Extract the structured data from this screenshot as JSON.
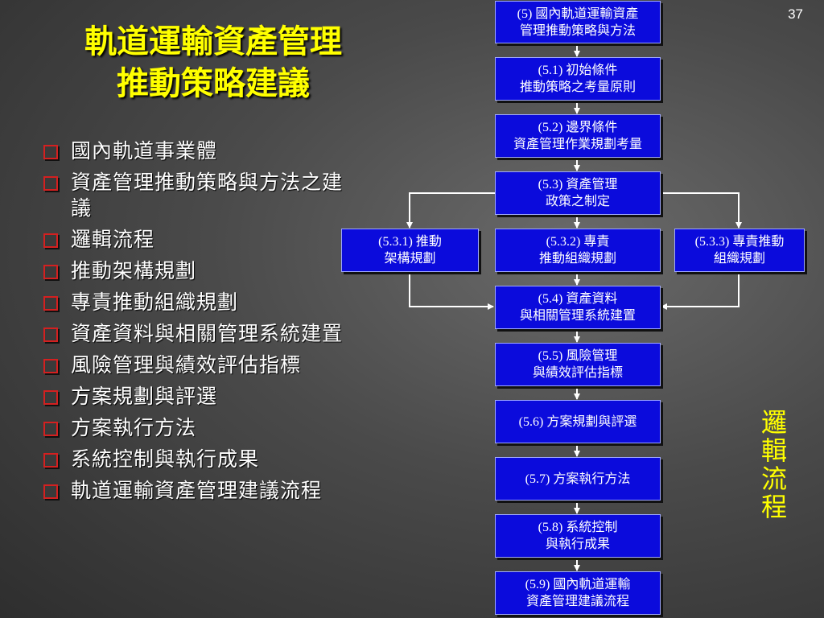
{
  "page_number": "37",
  "title": {
    "line1": "軌道運輸資產管理",
    "line2": "推動策略建議"
  },
  "bullets": [
    "國內軌道事業體",
    "資產管理推動策略與方法之建議",
    "邏輯流程",
    "推動架構規劃",
    "專責推動組織規劃",
    "資產資料與相關管理系統建置",
    "風險管理與績效評估指標",
    "方案規劃與評選",
    "方案執行方法",
    "系統控制與執行成果",
    "軌道運輸資產管理建議流程"
  ],
  "flow": {
    "b5": {
      "l1": "(5) 國內軌道運輸資產",
      "l2": "管理推動策略與方法"
    },
    "b51": {
      "l1": "(5.1) 初始條件",
      "l2": "推動策略之考量原則"
    },
    "b52": {
      "l1": "(5.2) 邊界條件",
      "l2": "資產管理作業規劃考量"
    },
    "b53": {
      "l1": "(5.3) 資產管理",
      "l2": "政策之制定"
    },
    "b531": {
      "l1": "(5.3.1) 推動",
      "l2": "架構規劃"
    },
    "b532": {
      "l1": "(5.3.2) 專責",
      "l2": "推動組織規劃"
    },
    "b533": {
      "l1": "(5.3.3) 專責推動",
      "l2": "組織規劃"
    },
    "b54": {
      "l1": "(5.4) 資產資料",
      "l2": "與相關管理系統建置"
    },
    "b55": {
      "l1": "(5.5) 風險管理",
      "l2": "與績效評估指標"
    },
    "b56": {
      "l1": "(5.6) 方案規劃與評選"
    },
    "b57": {
      "l1": "(5.7) 方案執行方法"
    },
    "b58": {
      "l1": "(5.8) 系統控制",
      "l2": "與執行成果"
    },
    "b59": {
      "l1": "(5.9) 國內軌道運輸",
      "l2": "資產管理建議流程"
    }
  },
  "side_label": [
    "邏",
    "輯",
    "流",
    "程"
  ],
  "colors": {
    "box_fill": "#0b0bdc",
    "title": "#ffff00",
    "bullet_border": "#d42020"
  }
}
